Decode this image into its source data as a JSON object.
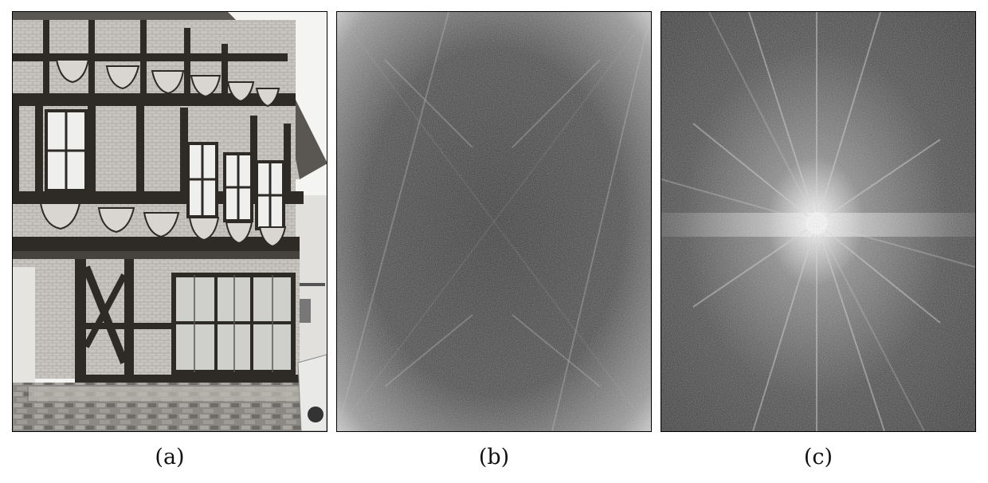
{
  "figure": {
    "panels": [
      {
        "id": "a",
        "caption": "(a)",
        "content": "photograph-timber-framed-house"
      },
      {
        "id": "b",
        "caption": "(b)",
        "content": "fourier-spectrum-unshifted"
      },
      {
        "id": "c",
        "caption": "(c)",
        "content": "fourier-spectrum-centered"
      }
    ]
  },
  "colors": {
    "timber": "#2e2a26",
    "infill": "#c9c6c1",
    "window_pane": "#eeeeec",
    "sky": "#f4f4f2",
    "stone": "#8d8a85",
    "spectrum_dark": "#3e3e3e",
    "spectrum_light": "#f2f2f2"
  }
}
